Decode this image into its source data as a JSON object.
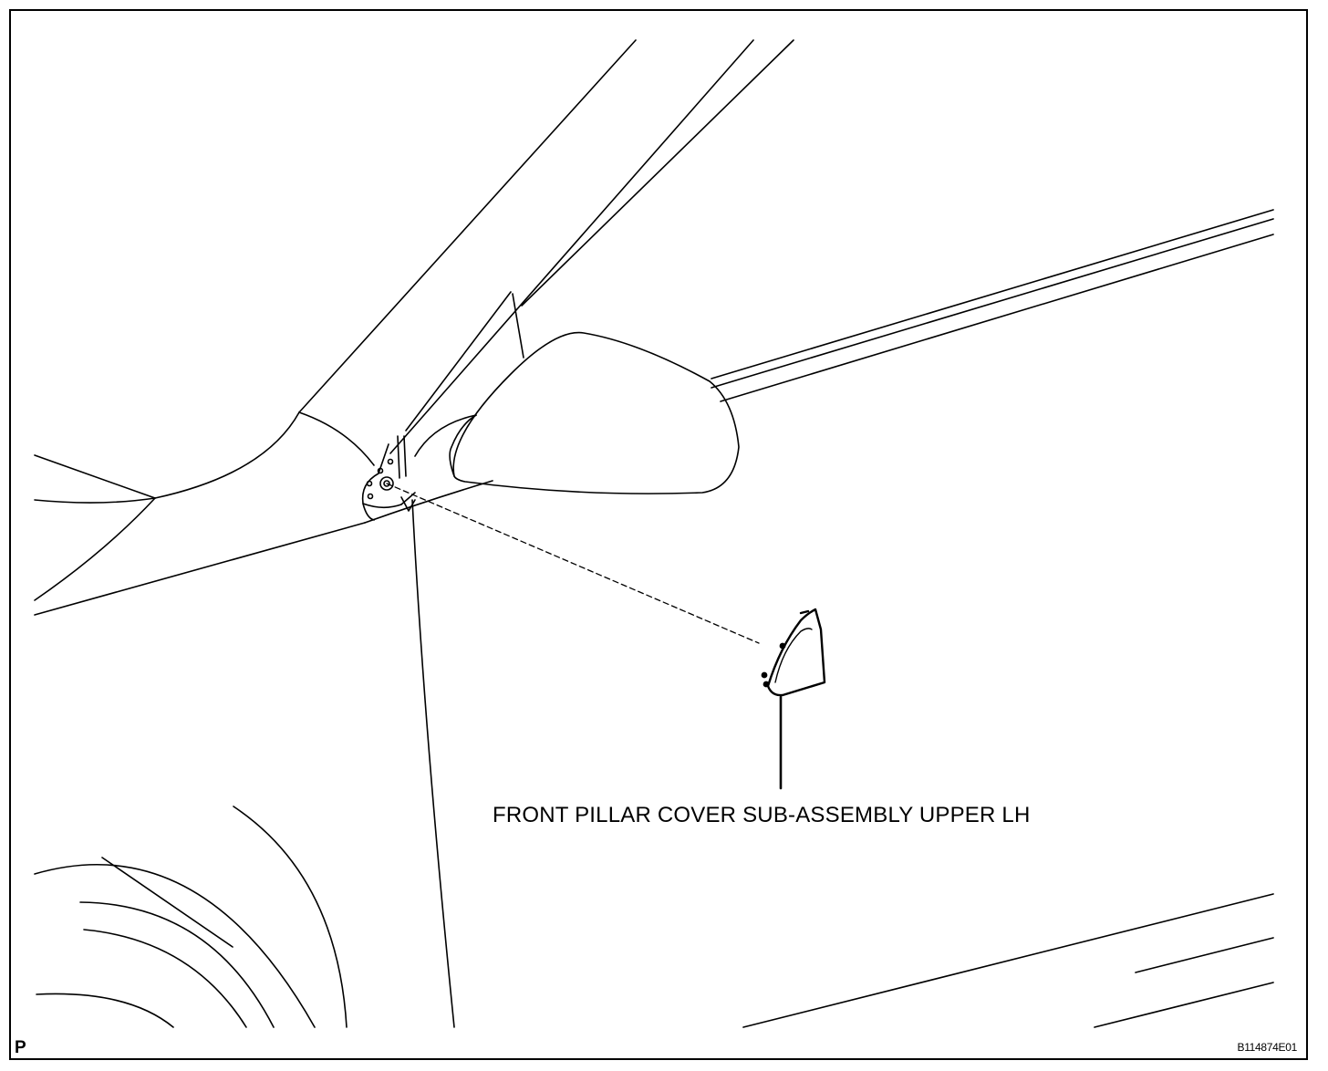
{
  "callout": {
    "label": "FRONT PILLAR COVER SUB-ASSEMBLY UPPER LH"
  },
  "corner_mark": "P",
  "figure_id": "B114874E01",
  "colors": {
    "line": "#000000",
    "background": "#ffffff"
  }
}
